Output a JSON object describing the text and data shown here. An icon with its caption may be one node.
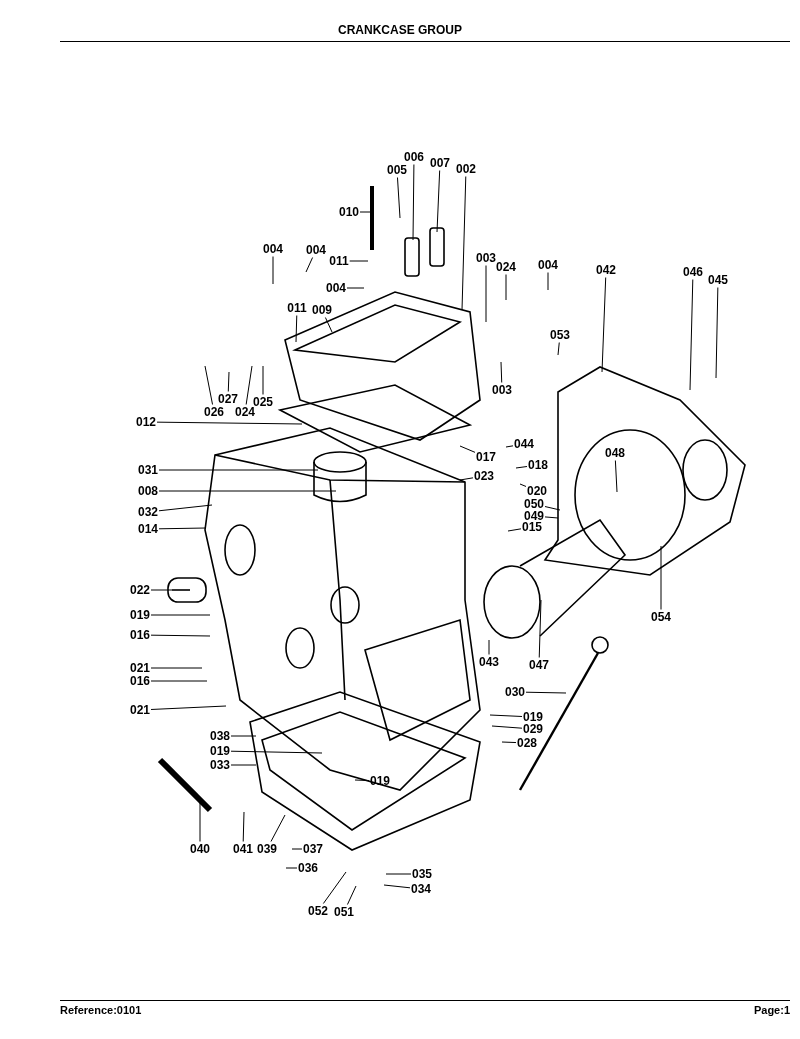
{
  "diagram": {
    "title": "CRANKCASE GROUP",
    "nodes": [
      {
        "text": [
          "010"
        ]
      },
      {
        "text": [
          "005"
        ]
      },
      {
        "text": [
          "006"
        ]
      },
      {
        "text": [
          "007"
        ]
      },
      {
        "text": [
          "002"
        ]
      },
      {
        "text": [
          "004"
        ]
      },
      {
        "text": [
          "004"
        ]
      },
      {
        "text": [
          "011"
        ]
      },
      {
        "text": [
          "004"
        ]
      },
      {
        "text": [
          "011"
        ]
      },
      {
        "text": [
          "009"
        ]
      },
      {
        "text": [
          "003"
        ]
      },
      {
        "text": [
          "024"
        ]
      },
      {
        "text": [
          "004"
        ]
      },
      {
        "text": [
          "042"
        ]
      },
      {
        "text": [
          "046"
        ]
      },
      {
        "text": [
          "045"
        ]
      },
      {
        "text": [
          "053"
        ]
      },
      {
        "text": [
          "003"
        ]
      },
      {
        "text": [
          "025"
        ]
      },
      {
        "text": [
          "027"
        ]
      },
      {
        "text": [
          "026"
        ]
      },
      {
        "text": [
          "024"
        ]
      },
      {
        "text": [
          "012"
        ]
      },
      {
        "text": [
          "031"
        ]
      },
      {
        "text": [
          "008"
        ]
      },
      {
        "text": [
          "032"
        ]
      },
      {
        "text": [
          "014"
        ]
      },
      {
        "text": [
          "044"
        ]
      },
      {
        "text": [
          "017"
        ]
      },
      {
        "text": [
          "023"
        ]
      },
      {
        "text": [
          "018"
        ]
      },
      {
        "text": [
          "020"
        ]
      },
      {
        "text": [
          "050"
        ]
      },
      {
        "text": [
          "049"
        ]
      },
      {
        "text": [
          "015"
        ]
      },
      {
        "text": [
          "048"
        ]
      },
      {
        "text": [
          "022"
        ]
      },
      {
        "text": [
          "019"
        ]
      },
      {
        "text": [
          "016"
        ]
      },
      {
        "text": [
          "021"
        ]
      },
      {
        "text": [
          "016"
        ]
      },
      {
        "text": [
          "021"
        ]
      },
      {
        "text": [
          "054"
        ]
      },
      {
        "text": [
          "047"
        ]
      },
      {
        "text": [
          "043"
        ]
      },
      {
        "text": [
          "030"
        ]
      },
      {
        "text": [
          "019"
        ]
      },
      {
        "text": [
          "029"
        ]
      },
      {
        "text": [
          "028"
        ]
      },
      {
        "text": [
          "038"
        ]
      },
      {
        "text": [
          "019"
        ]
      },
      {
        "text": [
          "033"
        ]
      },
      {
        "text": [
          "019"
        ]
      },
      {
        "text": [
          "040"
        ]
      },
      {
        "text": [
          "041"
        ]
      },
      {
        "text": [
          "039"
        ]
      },
      {
        "text": [
          "037"
        ]
      },
      {
        "text": [
          "036"
        ]
      },
      {
        "text": [
          "035"
        ]
      },
      {
        "text": [
          "034"
        ]
      },
      {
        "text": [
          "052"
        ]
      },
      {
        "text": [
          "051"
        ]
      }
    ],
    "edges": [
      {
        "from": 0,
        "to": null,
        "arrow": "none"
      },
      {
        "from": 1,
        "to": null,
        "arrow": "none"
      },
      {
        "from": 2,
        "to": null,
        "arrow": "none"
      },
      {
        "from": 3,
        "to": null,
        "arrow": "none"
      },
      {
        "from": 4,
        "to": null,
        "arrow": "none"
      },
      {
        "from": 5,
        "to": null,
        "arrow": "none"
      },
      {
        "from": 6,
        "to": null,
        "arrow": "none"
      },
      {
        "from": 7,
        "to": null,
        "arrow": "none"
      },
      {
        "from": 8,
        "to": null,
        "arrow": "none"
      },
      {
        "from": 9,
        "to": null,
        "arrow": "none"
      },
      {
        "from": 10,
        "to": null,
        "arrow": "none"
      },
      {
        "from": 11,
        "to": null,
        "arrow": "none"
      },
      {
        "from": 12,
        "to": null,
        "arrow": "none"
      },
      {
        "from": 13,
        "to": null,
        "arrow": "none"
      },
      {
        "from": 14,
        "to": null,
        "arrow": "none"
      },
      {
        "from": 15,
        "to": null,
        "arrow": "none"
      },
      {
        "from": 16,
        "to": null,
        "arrow": "none"
      },
      {
        "from": 17,
        "to": null,
        "arrow": "none"
      },
      {
        "from": 18,
        "to": null,
        "arrow": "none"
      },
      {
        "from": 19,
        "to": null,
        "arrow": "none"
      },
      {
        "from": 20,
        "to": null,
        "arrow": "none"
      },
      {
        "from": 21,
        "to": null,
        "arrow": "none"
      },
      {
        "from": 22,
        "to": null,
        "arrow": "none"
      },
      {
        "from": 23,
        "to": null,
        "arrow": "none"
      },
      {
        "from": 24,
        "to": null,
        "arrow": "none"
      },
      {
        "from": 25,
        "to": null,
        "arrow": "none"
      },
      {
        "from": 26,
        "to": null,
        "arrow": "none"
      },
      {
        "from": 27,
        "to": null,
        "arrow": "none"
      },
      {
        "from": 28,
        "to": null,
        "arrow": "none"
      },
      {
        "from": 29,
        "to": null,
        "arrow": "none"
      },
      {
        "from": 30,
        "to": null,
        "arrow": "none"
      },
      {
        "from": 31,
        "to": null,
        "arrow": "none"
      },
      {
        "from": 32,
        "to": null,
        "arrow": "none"
      },
      {
        "from": 33,
        "to": null,
        "arrow": "none"
      },
      {
        "from": 34,
        "to": null,
        "arrow": "none"
      },
      {
        "from": 35,
        "to": null,
        "arrow": "none"
      },
      {
        "from": 36,
        "to": null,
        "arrow": "none"
      },
      {
        "from": 37,
        "to": null,
        "arrow": "none"
      },
      {
        "from": 38,
        "to": null,
        "arrow": "none"
      },
      {
        "from": 39,
        "to": null,
        "arrow": "none"
      },
      {
        "from": 40,
        "to": null,
        "arrow": "none"
      },
      {
        "from": 41,
        "to": null,
        "arrow": "none"
      },
      {
        "from": 42,
        "to": null,
        "arrow": "none"
      },
      {
        "from": 43,
        "to": null,
        "arrow": "none"
      },
      {
        "from": 44,
        "to": null,
        "arrow": "none"
      },
      {
        "from": 45,
        "to": null,
        "arrow": "none"
      },
      {
        "from": 46,
        "to": null,
        "arrow": "none"
      },
      {
        "from": 47,
        "to": null,
        "arrow": "none"
      },
      {
        "from": 48,
        "to": null,
        "arrow": "none"
      },
      {
        "from": 49,
        "to": null,
        "arrow": "none"
      },
      {
        "from": 50,
        "to": null,
        "arrow": "none"
      },
      {
        "from": 51,
        "to": null,
        "arrow": "none"
      },
      {
        "from": 52,
        "to": null,
        "arrow": "none"
      },
      {
        "from": 53,
        "to": null,
        "arrow": "none"
      },
      {
        "from": 54,
        "to": null,
        "arrow": "none"
      },
      {
        "from": 55,
        "to": null,
        "arrow": "none"
      },
      {
        "from": 56,
        "to": null,
        "arrow": "none"
      },
      {
        "from": 57,
        "to": null,
        "arrow": "none"
      },
      {
        "from": 58,
        "to": null,
        "arrow": "none"
      },
      {
        "from": 59,
        "to": null,
        "arrow": "none"
      },
      {
        "from": 60,
        "to": null,
        "arrow": "none"
      },
      {
        "from": 61,
        "to": null,
        "arrow": "none"
      },
      {
        "from": 62,
        "to": null,
        "arrow": "none"
      }
    ],
    "labels": [
      "Reference:0101",
      "Page:1"
    ]
  }
}
